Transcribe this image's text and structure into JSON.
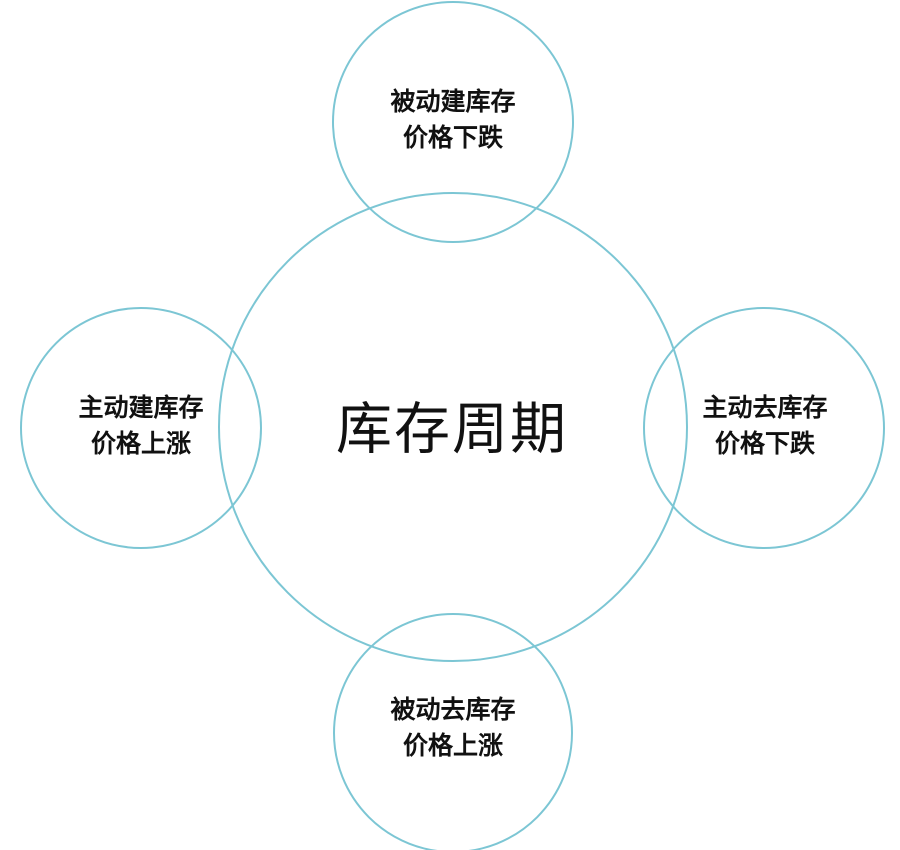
{
  "colors": {
    "circle_stroke": "#7cc6d4",
    "text": "#111111"
  },
  "center": {
    "title": "库存周期"
  },
  "phases": [
    {
      "id": "top",
      "line1": "被动建库存",
      "line2": "价格下跌"
    },
    {
      "id": "right",
      "line1": "主动去库存",
      "line2": "价格下跌"
    },
    {
      "id": "bottom",
      "line1": "被动去库存",
      "line2": "价格上涨"
    },
    {
      "id": "left",
      "line1": "主动建库存",
      "line2": "价格上涨"
    }
  ]
}
